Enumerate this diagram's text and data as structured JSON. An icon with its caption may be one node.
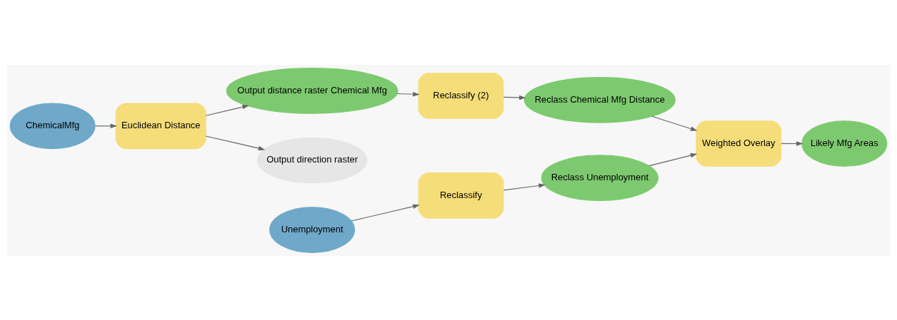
{
  "diagram": {
    "nodes": [
      {
        "text": [
          "ChemicalMfg"
        ]
      },
      {
        "text": [
          "Euclidean Distance"
        ]
      },
      {
        "text": [
          "Output distance raster Chemical Mfg"
        ]
      },
      {
        "text": [
          "Output direction raster"
        ]
      },
      {
        "text": [
          "Reclassify (2)"
        ]
      },
      {
        "text": [
          "Reclass Chemical Mfg Distance"
        ]
      },
      {
        "text": [
          "Weighted Overlay"
        ]
      },
      {
        "text": [
          "Likely Mfg Areas"
        ]
      },
      {
        "text": [
          "Unemployment"
        ]
      },
      {
        "text": [
          "Reclassify"
        ]
      },
      {
        "text": [
          "Reclass Unemployment"
        ]
      }
    ],
    "edges": [
      {
        "from": 0,
        "to": 1,
        "arrow": "to"
      },
      {
        "from": 1,
        "to": 2,
        "arrow": "to"
      },
      {
        "from": 1,
        "to": 3,
        "arrow": "to"
      },
      {
        "from": 2,
        "to": 4,
        "arrow": "to"
      },
      {
        "from": 4,
        "to": 5,
        "arrow": "to"
      },
      {
        "from": 5,
        "to": 6,
        "arrow": "to"
      },
      {
        "from": 6,
        "to": 7,
        "arrow": "to"
      },
      {
        "from": 8,
        "to": 9,
        "arrow": "to"
      },
      {
        "from": 9,
        "to": 10,
        "arrow": "to"
      },
      {
        "from": 10,
        "to": 6,
        "arrow": "to"
      }
    ]
  }
}
